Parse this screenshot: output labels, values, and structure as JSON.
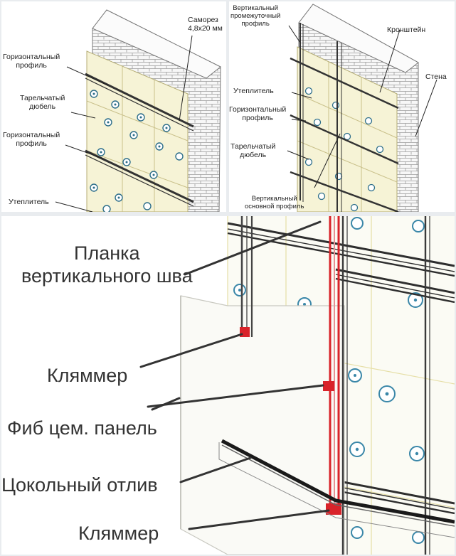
{
  "top_left": {
    "labels": {
      "screw": "Саморез\n4,8х20 мм",
      "horizontal_profile_1": "Горизонтальный\nпрофиль",
      "plate_dowel": "Тарельчатый\nдюбель",
      "horizontal_profile_2": "Горизонтальный\nпрофиль",
      "insulation": "Утеплитель"
    }
  },
  "top_right": {
    "labels": {
      "vertical_intermediate_profile": "Вертикальный\nпромежуточный\nпрофиль",
      "bracket": "Кронштейн",
      "wall": "Стена",
      "insulation": "Утеплитель",
      "horizontal_profile": "Горизонтальный\nпрофиль",
      "plate_dowel": "Тарельчатый\nдюбель",
      "vertical_main_profile": "Вертикальный\nосновной профиль"
    }
  },
  "bottom": {
    "labels": {
      "vertical_seam_strip": "Планка\nвертикального шва",
      "clamp_1": "Кляммер",
      "fiber_cement_panel": "Фиб цем. панель",
      "plinth_flashing": "Цокольный отлив",
      "clamp_2": "Кляммер"
    }
  },
  "colors": {
    "brick": "#b9b9b9",
    "insulation": "#f6f3d6",
    "dowel": "#2d6e8a",
    "profile": "#3a3a3a",
    "clamp": "#d9232a",
    "leader": "#222222"
  }
}
